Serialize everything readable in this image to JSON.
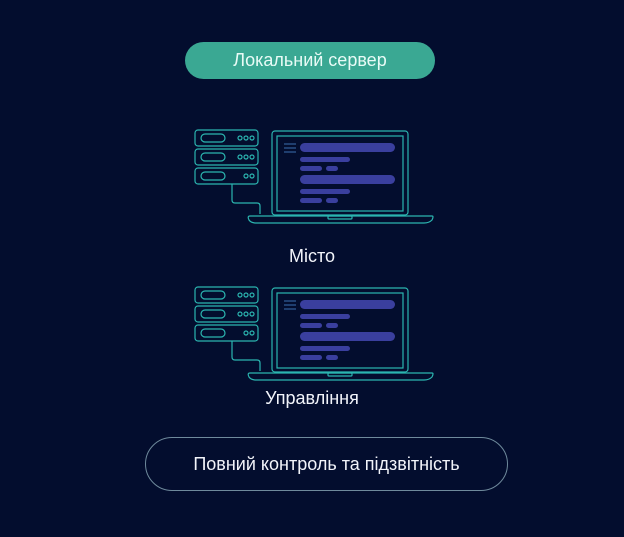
{
  "header": {
    "label": "Локальний сервер"
  },
  "sections": [
    {
      "label": "Місто",
      "icon": "server-laptop-icon"
    },
    {
      "label": "Управління",
      "icon": "server-laptop-icon"
    }
  ],
  "footer": {
    "label": "Повний контроль та підзвітність"
  },
  "colors": {
    "background": "#030d2e",
    "accent": "#3aa893",
    "line": "#2bb5b0",
    "bar": "#3a3f9e"
  }
}
